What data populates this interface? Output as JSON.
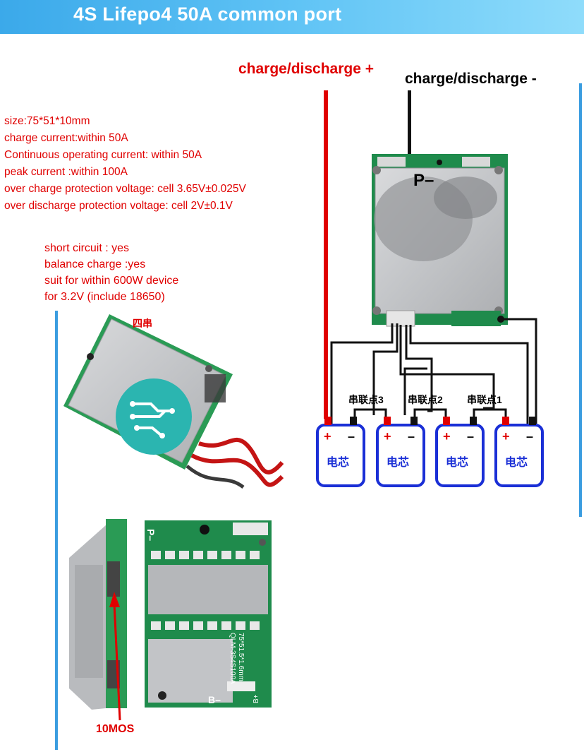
{
  "header": {
    "title": "4S Lifepo4 50A common port"
  },
  "wires": {
    "positive_label": "charge/discharge +",
    "negative_label": "charge/discharge -"
  },
  "specs": [
    "size:75*51*10mm",
    "charge current:within 50A",
    "Continuous operating current: within 50A",
    "peak current :within 100A",
    "over charge protection voltage: cell 3.65V±0.025V",
    "over discharge protection voltage: cell 2V±0.1V"
  ],
  "features": [
    "short circuit : yes",
    "balance charge :yes",
    "suit for within 600W device",
    "for 3.2V (include 18650)"
  ],
  "board": {
    "p_minus": "P–",
    "b_minus": "B–",
    "b_plus": "B+",
    "model": "QLM-3S4S100A",
    "size_print": "75*51.5*1.6mm",
    "chuan": "四串"
  },
  "cells": {
    "label": "电芯",
    "plus": "+",
    "minus": "–",
    "series_points": [
      "串联点3",
      "串联点2",
      "串联点1"
    ]
  },
  "annotation": {
    "mos": "10MOS"
  },
  "colors": {
    "banner": "#3ba9ea",
    "accent_red": "#e00000",
    "cell_blue": "#1a2fd6",
    "sidebar_line": "#3b9de0"
  }
}
